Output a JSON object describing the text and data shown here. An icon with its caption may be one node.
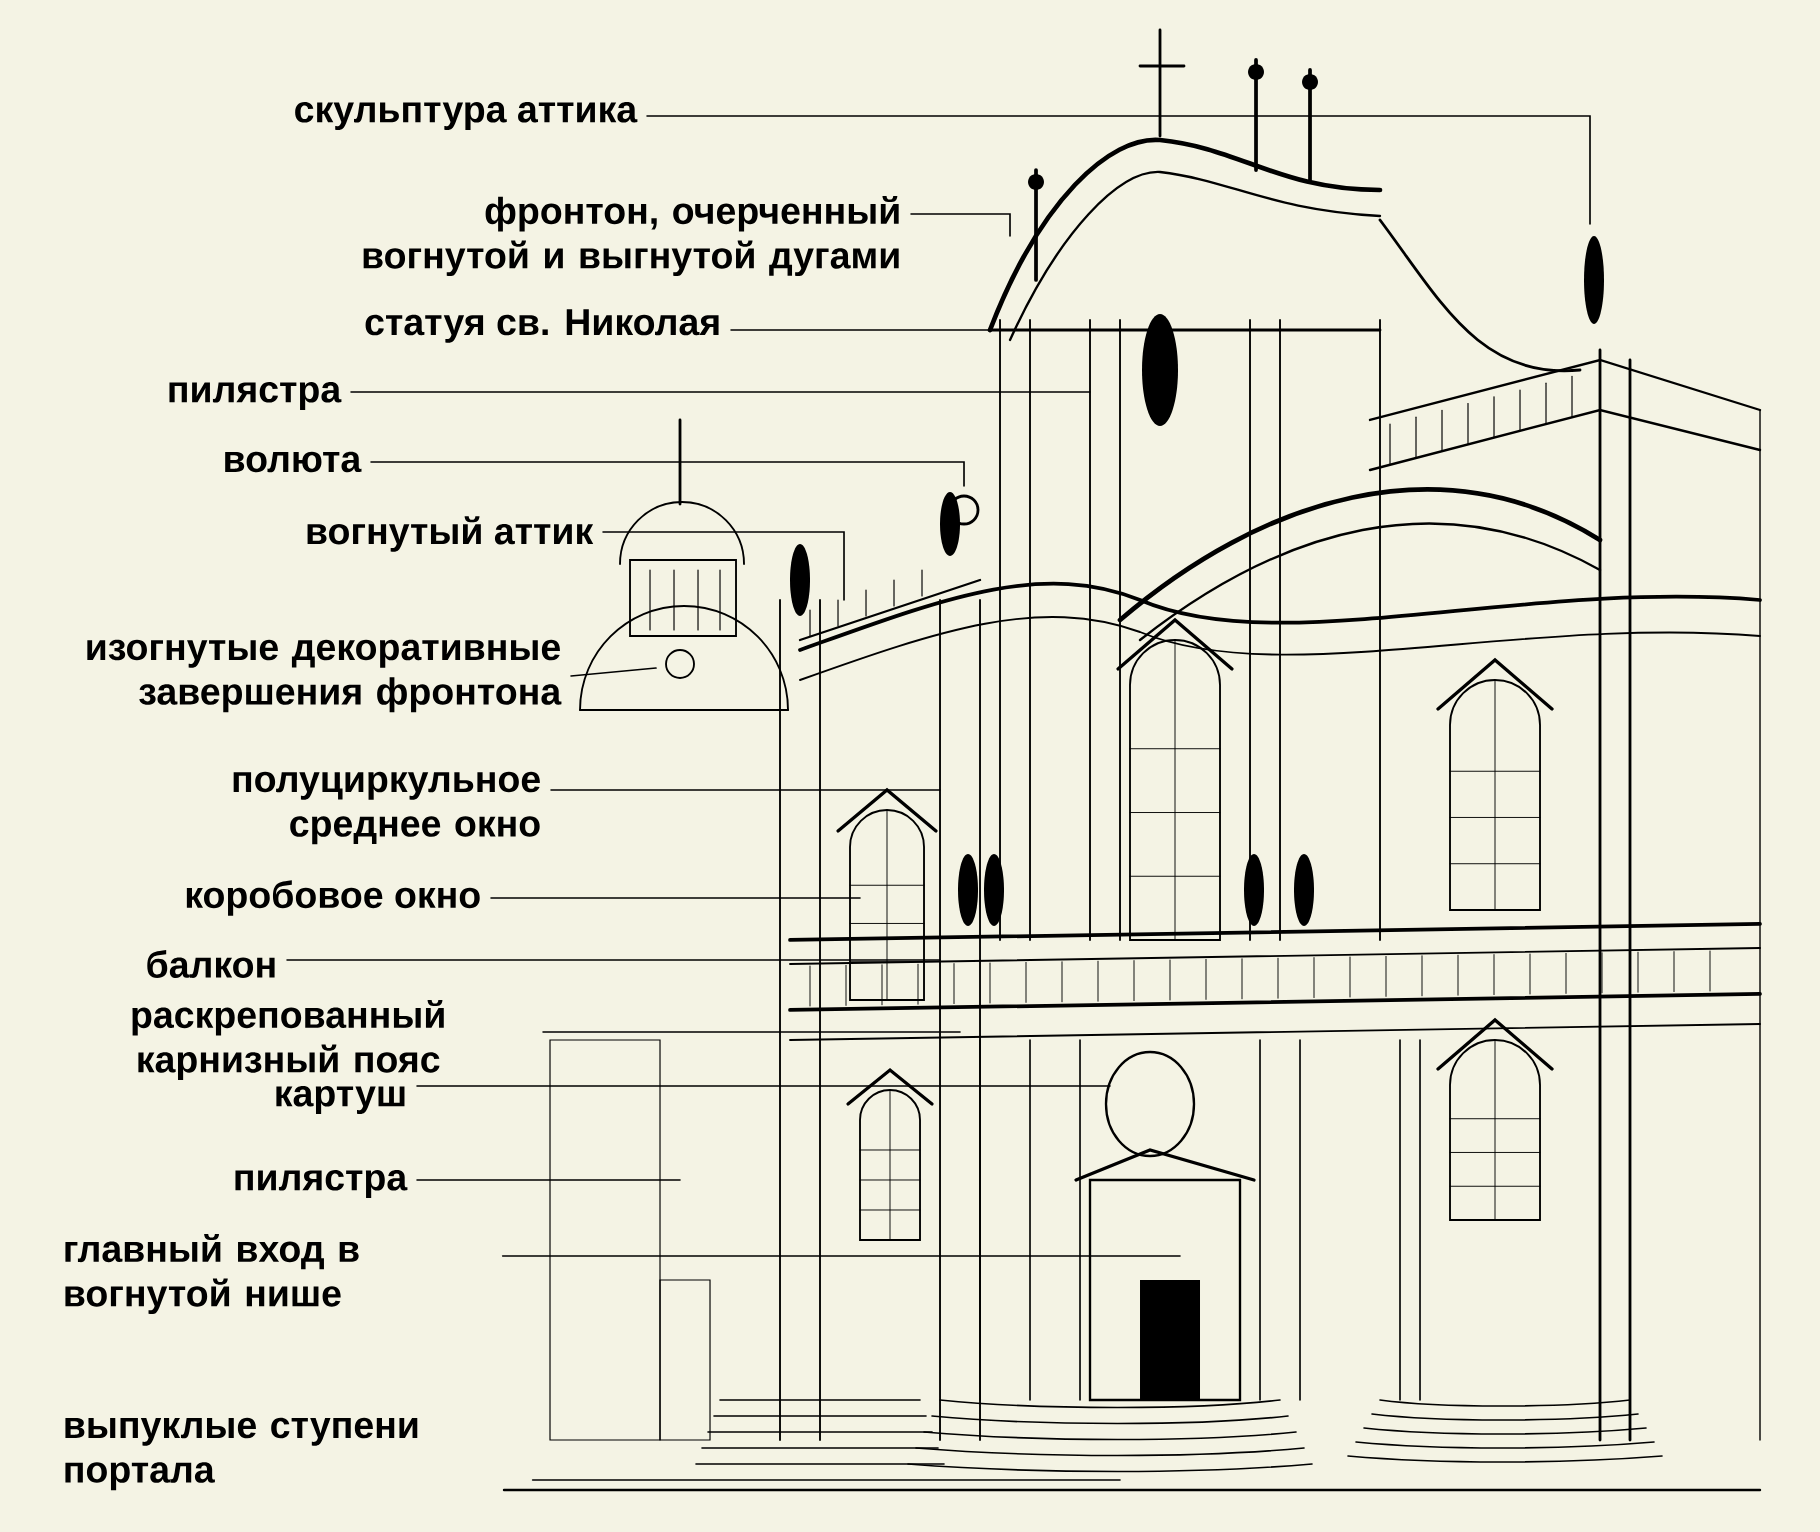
{
  "diagram": {
    "nodes": [
      {
        "text": [
          "скульптура аттика"
        ]
      },
      {
        "text": [
          "фронтон, очерченный вогнутой и выгнутой дугами"
        ]
      },
      {
        "text": [
          "статуя св. Николая"
        ]
      },
      {
        "text": [
          "пилястра"
        ]
      },
      {
        "text": [
          "волюта"
        ]
      },
      {
        "text": [
          "вогнутый аттик"
        ]
      },
      {
        "text": [
          "изогнутые декоративные завершения фронтона"
        ]
      },
      {
        "text": [
          "полуциркульное среднее окно"
        ]
      },
      {
        "text": [
          "коробовое окно"
        ]
      },
      {
        "text": [
          "балкон"
        ]
      },
      {
        "text": [
          "раскрепованный карнизный пояс"
        ]
      },
      {
        "text": [
          "картуш"
        ]
      },
      {
        "text": [
          "пилястра"
        ]
      },
      {
        "text": [
          "главный вход в вогнутой нише"
        ]
      },
      {
        "text": [
          "выпуклые ступени портала"
        ]
      }
    ],
    "edges": [
      {
        "from": 0,
        "to": null,
        "arrow": "none"
      },
      {
        "from": 1,
        "to": null,
        "arrow": "none"
      },
      {
        "from": 2,
        "to": null,
        "arrow": "none"
      },
      {
        "from": 3,
        "to": null,
        "arrow": "none"
      },
      {
        "from": 4,
        "to": null,
        "arrow": "none"
      },
      {
        "from": 5,
        "to": null,
        "arrow": "none"
      },
      {
        "from": 6,
        "to": null,
        "arrow": "none"
      },
      {
        "from": 7,
        "to": null,
        "arrow": "none"
      },
      {
        "from": 8,
        "to": null,
        "arrow": "none"
      },
      {
        "from": 9,
        "to": null,
        "arrow": "none"
      },
      {
        "from": 10,
        "to": null,
        "arrow": "none"
      },
      {
        "from": 11,
        "to": null,
        "arrow": "none"
      },
      {
        "from": 12,
        "to": null,
        "arrow": "none"
      },
      {
        "from": 13,
        "to": null,
        "arrow": "none"
      },
      {
        "from": 14,
        "to": null,
        "arrow": "none"
      }
    ]
  }
}
